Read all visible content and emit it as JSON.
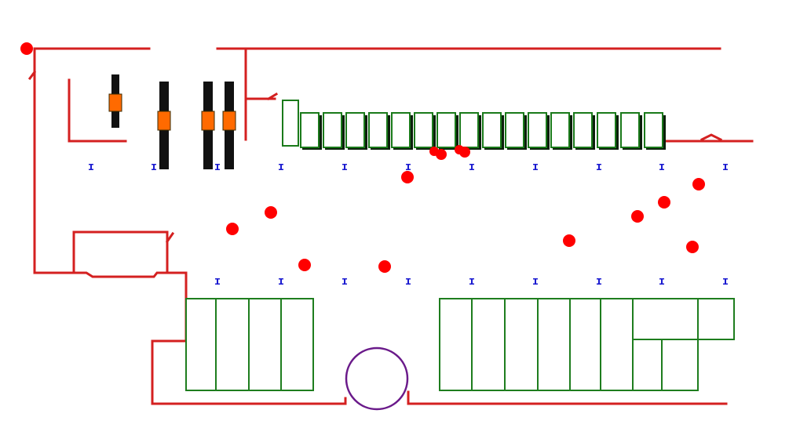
{
  "colors": {
    "wall": "#d42020",
    "shelf": "#1e7d1e",
    "post": "#111111",
    "sensor": "#ff6a00",
    "dot": "#ff0000",
    "marker": "#1a1ad0",
    "round_table": "#6a1a8a",
    "background": "#ffffff"
  },
  "legend": [],
  "elements": {
    "walls": "red-walls",
    "shelves_upper": "green-rack-row",
    "shelves_lower": "green-shelf-units",
    "posts": "black-posts-with-orange-sensors",
    "dots": "red-position-dots",
    "markers": "blue-i-markers",
    "round_table": "purple-circle"
  }
}
